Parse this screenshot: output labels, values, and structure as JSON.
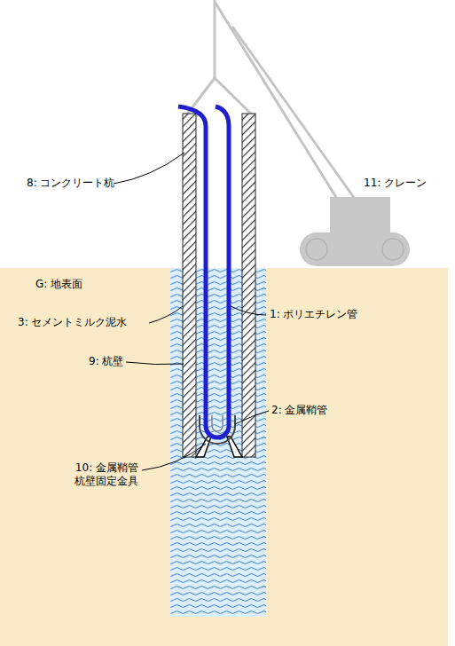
{
  "diagram": {
    "labels": [
      "8: コンクリート杭",
      "11: クレーン",
      "G: 地表面",
      "3: セメントミルク泥水",
      "1: ポリエチレン管",
      "9: 杭壁",
      "2: 金属鞘管",
      "10: 金属鞘管 杭壁固定金具"
    ]
  }
}
